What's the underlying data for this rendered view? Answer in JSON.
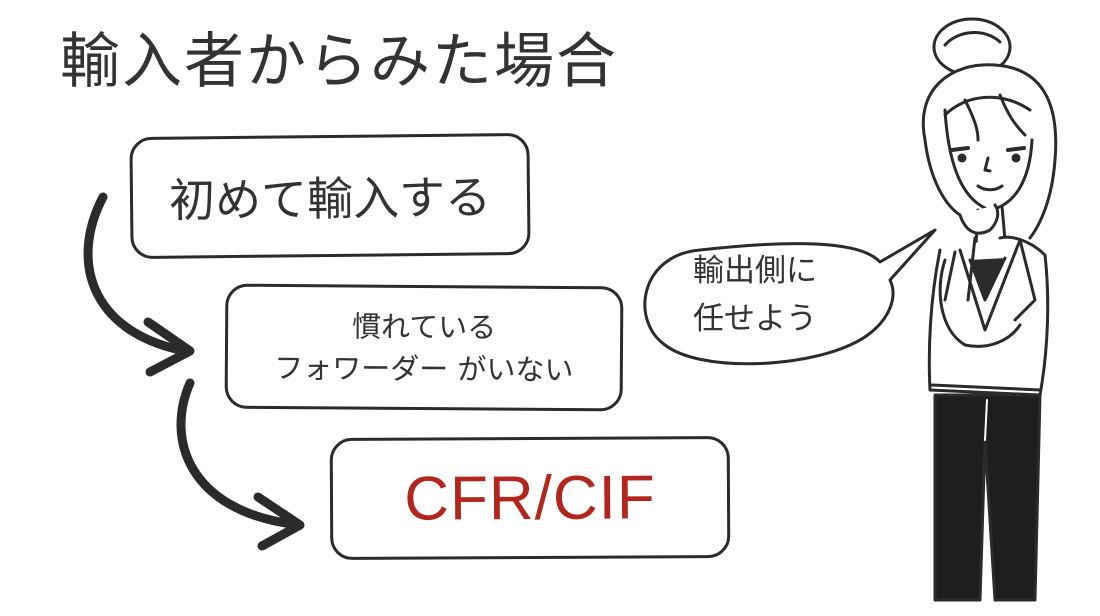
{
  "title": "輸入者からみた場合",
  "steps": [
    {
      "label": "初めて輸入する"
    },
    {
      "lines": [
        "慣れている",
        "フォワーダー がいない"
      ]
    },
    {
      "label": "CFR/CIF"
    }
  ],
  "speech_bubble": {
    "lines": [
      "輸出側に",
      "任せよう"
    ]
  },
  "colors": {
    "accent": "#b3261e",
    "ink": "#2b2b2b"
  },
  "icons": [
    "curved-arrow-icon",
    "curved-arrow-icon",
    "thinking-woman-illustration"
  ]
}
